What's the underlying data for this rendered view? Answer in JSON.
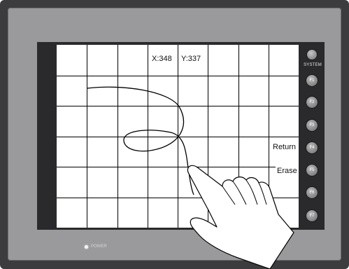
{
  "device": {
    "system_label": "SYSTEM",
    "power_label": "POWER",
    "function_keys": [
      "F1",
      "F2",
      "F3",
      "F4",
      "F5",
      "F6",
      "F7"
    ]
  },
  "screen": {
    "coordinates": {
      "x_label": "X:348",
      "y_label": "Y:337"
    },
    "buttons": {
      "return_label": "Return",
      "erase_label": "Erase"
    },
    "grid": {
      "columns": 8,
      "rows": 6,
      "line_color": "#000000"
    }
  },
  "colors": {
    "housing": "#3c3c3e",
    "bezel": "#9a9a9c",
    "screen_background": "#ffffff"
  },
  "icons": {
    "system_button": "system-button-icon",
    "function_key": "function-key-icon",
    "power_indicator": "power-led-icon",
    "pointer": "hand-pointer-icon"
  }
}
